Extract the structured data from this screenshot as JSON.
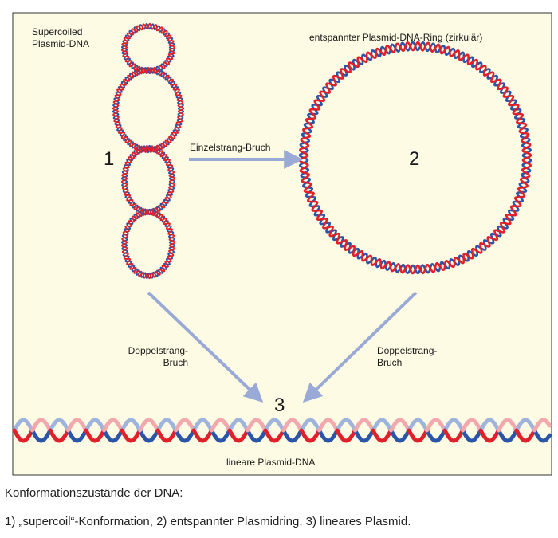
{
  "labels": {
    "supercoiled": "Supercoiled\nPlasmid-DNA",
    "relaxed": "entspannter Plasmid-DNA-Ring (zirkulär)",
    "single_break": "Einzelstrang-Bruch",
    "double_break_left": "Doppelstrang-\nBruch",
    "double_break_right": "Doppelstrang-\nBruch",
    "linear": "lineare Plasmid-DNA",
    "num1": "1",
    "num2": "2",
    "num3": "3"
  },
  "caption": {
    "line1": "Konformationszustände der DNA:",
    "line2": "1) „supercoil“-Konformation, 2) entspannter Plasmidring, 3) lineares Plasmid."
  },
  "colors": {
    "panel_bg": "#fdfbe3",
    "panel_border": "#555555",
    "strand_red": "#e0202a",
    "strand_blue": "#2a55a8",
    "strand_red_light": "#f2a8ad",
    "strand_blue_light": "#9fb4dc",
    "arrow": "#9aaad6"
  }
}
